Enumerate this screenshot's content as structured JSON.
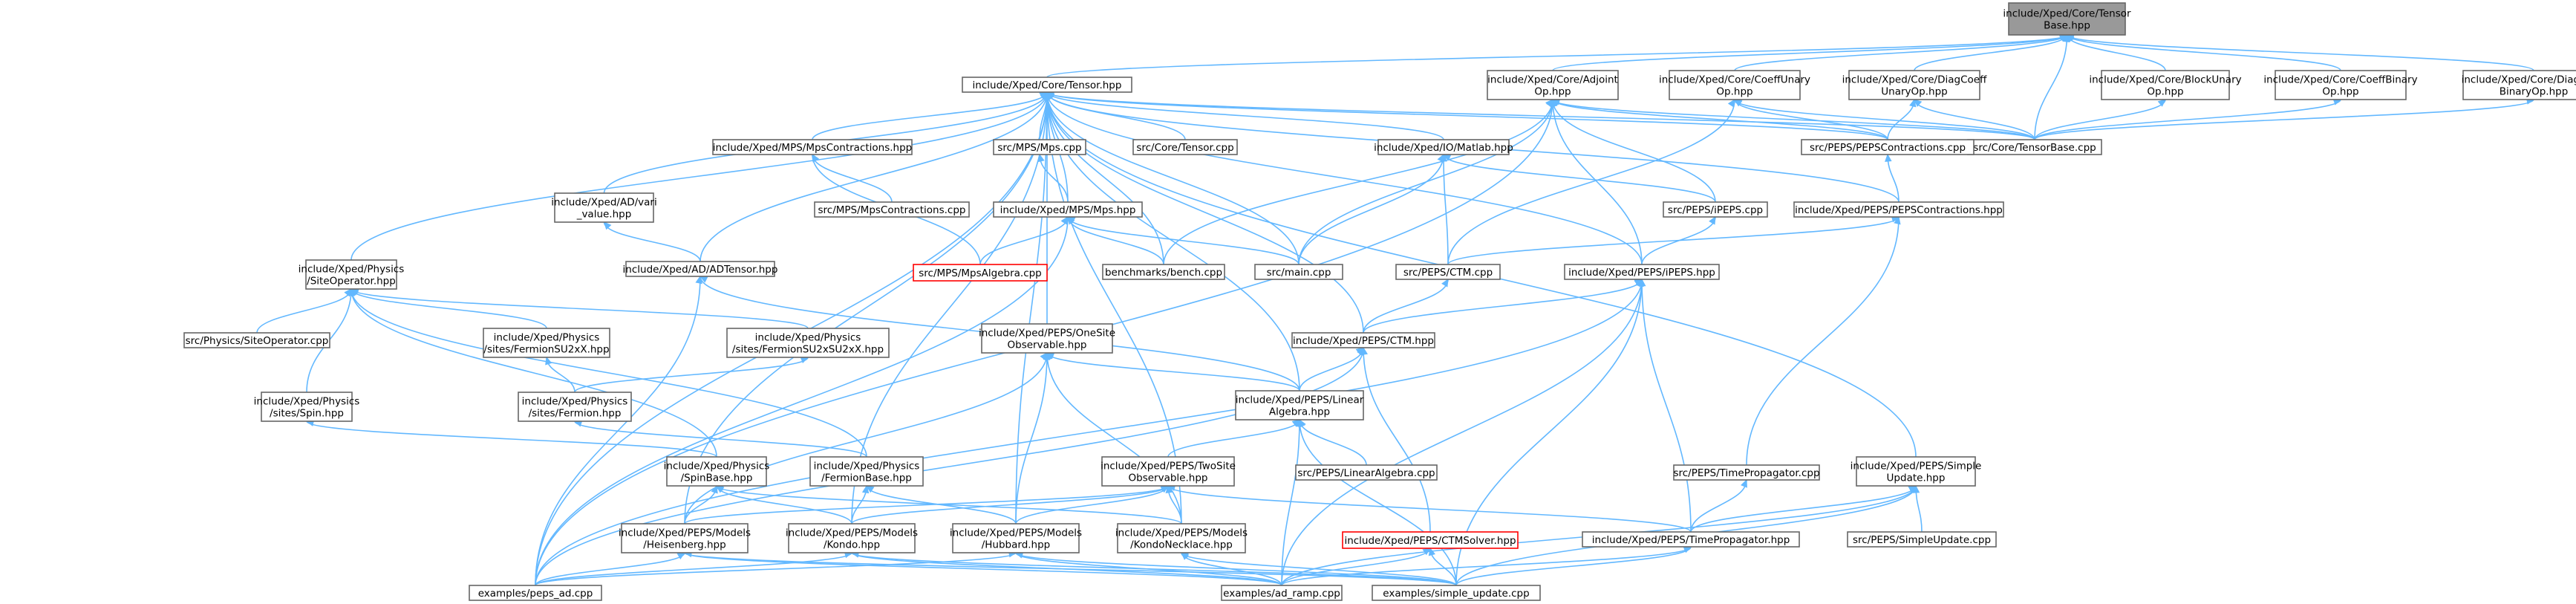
{
  "nodes": [
    {
      "id": "root",
      "lines": [
        "include/Xped/Core/Tensor",
        "Base.hpp"
      ],
      "style": "root"
    },
    {
      "id": "tensor",
      "lines": [
        "include/Xped/Core/Tensor.hpp"
      ]
    },
    {
      "id": "adjoint",
      "lines": [
        "include/Xped/Core/Adjoint",
        "Op.hpp"
      ]
    },
    {
      "id": "coeffunary",
      "lines": [
        "include/Xped/Core/CoeffUnary",
        "Op.hpp"
      ]
    },
    {
      "id": "diagcoeffunary",
      "lines": [
        "include/Xped/Core/DiagCoeff",
        "UnaryOp.hpp"
      ]
    },
    {
      "id": "blockunary",
      "lines": [
        "include/Xped/Core/BlockUnary",
        "Op.hpp"
      ]
    },
    {
      "id": "coeffbinary",
      "lines": [
        "include/Xped/Core/CoeffBinary",
        "Op.hpp"
      ]
    },
    {
      "id": "diagcoeffbinary",
      "lines": [
        "include/Xped/Core/DiagCoeff",
        "BinaryOp.hpp"
      ]
    },
    {
      "id": "tensorbase_cpp",
      "lines": [
        "src/Core/TensorBase.cpp"
      ]
    },
    {
      "id": "mpscontr_hpp",
      "lines": [
        "include/Xped/MPS/MpsContractions.hpp"
      ]
    },
    {
      "id": "mps_cpp",
      "lines": [
        "src/MPS/Mps.cpp"
      ]
    },
    {
      "id": "tensor_cpp",
      "lines": [
        "src/Core/Tensor.cpp"
      ]
    },
    {
      "id": "matlab",
      "lines": [
        "include/Xped/IO/Matlab.hpp"
      ]
    },
    {
      "id": "pepscontr_cpp",
      "lines": [
        "src/PEPS/PEPSContractions.cpp"
      ]
    },
    {
      "id": "mpscontr_cpp",
      "lines": [
        "src/MPS/MpsContractions.cpp"
      ]
    },
    {
      "id": "ipeps_cpp",
      "lines": [
        "src/PEPS/iPEPS.cpp"
      ]
    },
    {
      "id": "pepscontr_hpp",
      "lines": [
        "include/Xped/PEPS/PEPSContractions.hpp"
      ]
    },
    {
      "id": "advari",
      "lines": [
        "include/Xped/AD/vari",
        "_value.hpp"
      ]
    },
    {
      "id": "mps_hpp",
      "lines": [
        "include/Xped/MPS/Mps.hpp"
      ]
    },
    {
      "id": "adtensor",
      "lines": [
        "include/Xped/AD/ADTensor.hpp"
      ]
    },
    {
      "id": "mpsalgebra",
      "lines": [
        "src/MPS/MpsAlgebra.cpp"
      ],
      "style": "red"
    },
    {
      "id": "bench",
      "lines": [
        "benchmarks/bench.cpp"
      ]
    },
    {
      "id": "main",
      "lines": [
        "src/main.cpp"
      ]
    },
    {
      "id": "ctm_cpp",
      "lines": [
        "src/PEPS/CTM.cpp"
      ]
    },
    {
      "id": "ipeps_hpp",
      "lines": [
        "include/Xped/PEPS/iPEPS.hpp"
      ]
    },
    {
      "id": "siteop_hpp",
      "lines": [
        "include/Xped/Physics",
        "/SiteOperator.hpp"
      ]
    },
    {
      "id": "siteop_cpp",
      "lines": [
        "src/Physics/SiteOperator.cpp"
      ]
    },
    {
      "id": "fermsu2",
      "lines": [
        "include/Xped/Physics",
        "/sites/FermionSU2xX.hpp"
      ]
    },
    {
      "id": "fermsu2su2",
      "lines": [
        "include/Xped/Physics",
        "/sites/FermionSU2xSU2xX.hpp"
      ]
    },
    {
      "id": "onesite",
      "lines": [
        "include/Xped/PEPS/OneSite",
        "Observable.hpp"
      ]
    },
    {
      "id": "ctm_hpp",
      "lines": [
        "include/Xped/PEPS/CTM.hpp"
      ]
    },
    {
      "id": "spin",
      "lines": [
        "include/Xped/Physics",
        "/sites/Spin.hpp"
      ]
    },
    {
      "id": "fermion",
      "lines": [
        "include/Xped/Physics",
        "/sites/Fermion.hpp"
      ]
    },
    {
      "id": "linalg_hpp",
      "lines": [
        "include/Xped/PEPS/Linear",
        "Algebra.hpp"
      ]
    },
    {
      "id": "spinbase",
      "lines": [
        "include/Xped/Physics",
        "/SpinBase.hpp"
      ]
    },
    {
      "id": "fermbase",
      "lines": [
        "include/Xped/Physics",
        "/FermionBase.hpp"
      ]
    },
    {
      "id": "twosite",
      "lines": [
        "include/Xped/PEPS/TwoSite",
        "Observable.hpp"
      ]
    },
    {
      "id": "linalg_cpp",
      "lines": [
        "src/PEPS/LinearAlgebra.cpp"
      ]
    },
    {
      "id": "timeprop_cpp",
      "lines": [
        "src/PEPS/TimePropagator.cpp"
      ]
    },
    {
      "id": "simple_hpp",
      "lines": [
        "include/Xped/PEPS/Simple",
        "Update.hpp"
      ]
    },
    {
      "id": "heis",
      "lines": [
        "include/Xped/PEPS/Models",
        "/Heisenberg.hpp"
      ]
    },
    {
      "id": "kondo",
      "lines": [
        "include/Xped/PEPS/Models",
        "/Kondo.hpp"
      ]
    },
    {
      "id": "hubbard",
      "lines": [
        "include/Xped/PEPS/Models",
        "/Hubbard.hpp"
      ]
    },
    {
      "id": "kondoneck",
      "lines": [
        "include/Xped/PEPS/Models",
        "/KondoNecklace.hpp"
      ]
    },
    {
      "id": "ctmsolver",
      "lines": [
        "include/Xped/PEPS/CTMSolver.hpp"
      ],
      "style": "red"
    },
    {
      "id": "timeprop_hpp",
      "lines": [
        "include/Xped/PEPS/TimePropagator.hpp"
      ]
    },
    {
      "id": "simple_cpp",
      "lines": [
        "src/PEPS/SimpleUpdate.cpp"
      ]
    },
    {
      "id": "peps_ad",
      "lines": [
        "examples/peps_ad.cpp"
      ]
    },
    {
      "id": "ad_ramp",
      "lines": [
        "examples/ad_ramp.cpp"
      ]
    },
    {
      "id": "simple_update",
      "lines": [
        "examples/simple_update.cpp"
      ]
    }
  ],
  "edges": [
    [
      "root",
      "tensor"
    ],
    [
      "root",
      "adjoint"
    ],
    [
      "root",
      "coeffunary"
    ],
    [
      "root",
      "diagcoeffunary"
    ],
    [
      "root",
      "blockunary"
    ],
    [
      "root",
      "coeffbinary"
    ],
    [
      "root",
      "diagcoeffbinary"
    ],
    [
      "root",
      "tensorbase_cpp"
    ],
    [
      "tensor",
      "tensorbase_cpp"
    ],
    [
      "tensor",
      "mpscontr_hpp"
    ],
    [
      "tensor",
      "mps_cpp"
    ],
    [
      "tensor",
      "tensor_cpp"
    ],
    [
      "tensor",
      "matlab"
    ],
    [
      "tensor",
      "pepscontr_cpp"
    ],
    [
      "tensor",
      "advari"
    ],
    [
      "tensor",
      "adtensor"
    ],
    [
      "tensor",
      "mps_hpp"
    ],
    [
      "tensor",
      "bench"
    ],
    [
      "tensor",
      "main"
    ],
    [
      "tensor",
      "siteop_hpp"
    ],
    [
      "tensor",
      "ctm_hpp"
    ],
    [
      "tensor",
      "ipeps_hpp"
    ],
    [
      "tensor",
      "pepscontr_hpp"
    ],
    [
      "tensor",
      "simple_hpp"
    ],
    [
      "tensor",
      "linalg_hpp"
    ],
    [
      "tensor",
      "heis"
    ],
    [
      "tensor",
      "kondo"
    ],
    [
      "tensor",
      "hubbard"
    ],
    [
      "tensor",
      "kondoneck"
    ],
    [
      "tensor",
      "peps_ad"
    ],
    [
      "tensor",
      "onesite"
    ],
    [
      "adjoint",
      "tensorbase_cpp"
    ],
    [
      "adjoint",
      "bench"
    ],
    [
      "adjoint",
      "main"
    ],
    [
      "adjoint",
      "ipeps_cpp"
    ],
    [
      "adjoint",
      "ipeps_hpp"
    ],
    [
      "adjoint",
      "pepscontr_cpp"
    ],
    [
      "adjoint",
      "peps_ad"
    ],
    [
      "coeffunary",
      "tensorbase_cpp"
    ],
    [
      "coeffunary",
      "ctm_cpp"
    ],
    [
      "coeffunary",
      "pepscontr_cpp"
    ],
    [
      "diagcoeffunary",
      "tensorbase_cpp"
    ],
    [
      "diagcoeffunary",
      "pepscontr_cpp"
    ],
    [
      "blockunary",
      "tensorbase_cpp"
    ],
    [
      "coeffbinary",
      "tensorbase_cpp"
    ],
    [
      "diagcoeffbinary",
      "tensorbase_cpp"
    ],
    [
      "mpscontr_hpp",
      "mpscontr_cpp"
    ],
    [
      "mpscontr_hpp",
      "mpsalgebra"
    ],
    [
      "mps_cpp",
      "mps_hpp"
    ],
    [
      "mps_hpp",
      "mpsalgebra"
    ],
    [
      "mps_hpp",
      "bench"
    ],
    [
      "mps_hpp",
      "main"
    ],
    [
      "mps_hpp",
      "peps_ad"
    ],
    [
      "matlab",
      "ctm_cpp"
    ],
    [
      "matlab",
      "main"
    ],
    [
      "matlab",
      "ipeps_cpp"
    ],
    [
      "pepscontr_cpp",
      "pepscontr_hpp"
    ],
    [
      "pepscontr_hpp",
      "ctm_cpp"
    ],
    [
      "pepscontr_hpp",
      "timeprop_cpp"
    ],
    [
      "ipeps_cpp",
      "ipeps_hpp"
    ],
    [
      "advari",
      "adtensor"
    ],
    [
      "adtensor",
      "peps_ad"
    ],
    [
      "adtensor",
      "linalg_hpp"
    ],
    [
      "ctm_cpp",
      "ctm_hpp"
    ],
    [
      "ipeps_hpp",
      "ctm_hpp"
    ],
    [
      "ipeps_hpp",
      "timeprop_hpp"
    ],
    [
      "ipeps_hpp",
      "ad_ramp"
    ],
    [
      "ipeps_hpp",
      "simple_update"
    ],
    [
      "ipeps_hpp",
      "peps_ad"
    ],
    [
      "siteop_hpp",
      "siteop_cpp"
    ],
    [
      "siteop_hpp",
      "fermsu2"
    ],
    [
      "siteop_hpp",
      "fermsu2su2"
    ],
    [
      "siteop_hpp",
      "spin"
    ],
    [
      "siteop_hpp",
      "spinbase"
    ],
    [
      "siteop_hpp",
      "fermbase"
    ],
    [
      "fermsu2",
      "fermion"
    ],
    [
      "fermsu2su2",
      "fermion"
    ],
    [
      "spin",
      "spinbase"
    ],
    [
      "fermion",
      "fermbase"
    ],
    [
      "ctm_hpp",
      "linalg_hpp"
    ],
    [
      "ctm_hpp",
      "ctmsolver"
    ],
    [
      "ctm_hpp",
      "peps_ad"
    ],
    [
      "onesite",
      "linalg_hpp"
    ],
    [
      "onesite",
      "heis"
    ],
    [
      "onesite",
      "hubbard"
    ],
    [
      "onesite",
      "kondoneck"
    ],
    [
      "linalg_hpp",
      "twosite"
    ],
    [
      "linalg_hpp",
      "linalg_cpp"
    ],
    [
      "linalg_hpp",
      "ad_ramp"
    ],
    [
      "linalg_hpp",
      "simple_update"
    ],
    [
      "spinbase",
      "heis"
    ],
    [
      "spinbase",
      "kondo"
    ],
    [
      "spinbase",
      "kondoneck"
    ],
    [
      "fermbase",
      "kondo"
    ],
    [
      "fermbase",
      "hubbard"
    ],
    [
      "twosite",
      "heis"
    ],
    [
      "twosite",
      "kondo"
    ],
    [
      "twosite",
      "hubbard"
    ],
    [
      "twosite",
      "kondoneck"
    ],
    [
      "twosite",
      "timeprop_hpp"
    ],
    [
      "timeprop_cpp",
      "timeprop_hpp"
    ],
    [
      "simple_hpp",
      "timeprop_hpp"
    ],
    [
      "simple_hpp",
      "simple_cpp"
    ],
    [
      "simple_hpp",
      "simple_update"
    ],
    [
      "simple_hpp",
      "ad_ramp"
    ],
    [
      "heis",
      "peps_ad"
    ],
    [
      "heis",
      "ad_ramp"
    ],
    [
      "heis",
      "simple_update"
    ],
    [
      "kondo",
      "peps_ad"
    ],
    [
      "kondo",
      "ad_ramp"
    ],
    [
      "kondo",
      "simple_update"
    ],
    [
      "hubbard",
      "peps_ad"
    ],
    [
      "hubbard",
      "ad_ramp"
    ],
    [
      "hubbard",
      "simple_update"
    ],
    [
      "kondoneck",
      "ad_ramp"
    ],
    [
      "kondoneck",
      "simple_update"
    ],
    [
      "ctmsolver",
      "ad_ramp"
    ],
    [
      "ctmsolver",
      "simple_update"
    ],
    [
      "timeprop_hpp",
      "ad_ramp"
    ],
    [
      "timeprop_hpp",
      "simple_update"
    ]
  ]
}
